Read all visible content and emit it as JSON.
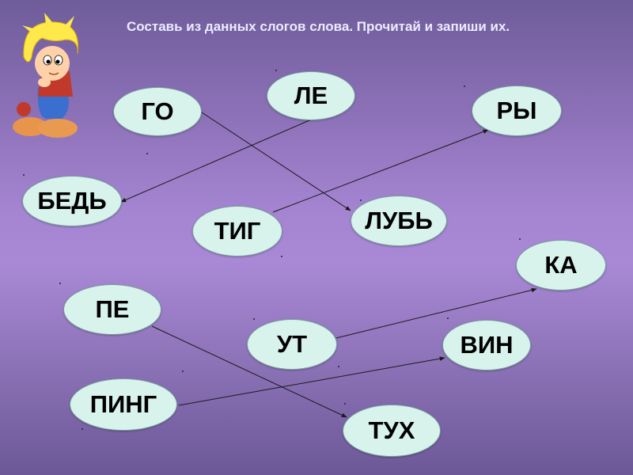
{
  "instruction": "Составь из данных слогов слова. Прочитай и запиши их.",
  "syllables": {
    "go": "ГО",
    "le": "ЛЕ",
    "ry": "РЫ",
    "bed": "БЕДЬ",
    "tig": "ТИГ",
    "lub": "ЛУБЬ",
    "ka": "КА",
    "pe": "ПЕ",
    "ut": "УТ",
    "vin": "ВИН",
    "ping": "ПИНГ",
    "tukh": "ТУХ"
  },
  "connections": [
    {
      "from": "ГО",
      "to": "ЛУБЬ"
    },
    {
      "from": "ЛЕ",
      "to": "БЕДЬ"
    },
    {
      "from": "ТИГ",
      "to": "РЫ"
    },
    {
      "from": "УТ",
      "to": "КА"
    },
    {
      "from": "ПЕ",
      "to": "ТУХ"
    },
    {
      "from": "ПИНГ",
      "to": "ВИН"
    }
  ],
  "colors": {
    "ellipse_fill": "#d8f3ec",
    "ellipse_border": "#7aa0a0",
    "instruction_text": "#ececff",
    "line": "#1a1a1a"
  },
  "icons": [
    "cartoon-boy-illustration"
  ]
}
